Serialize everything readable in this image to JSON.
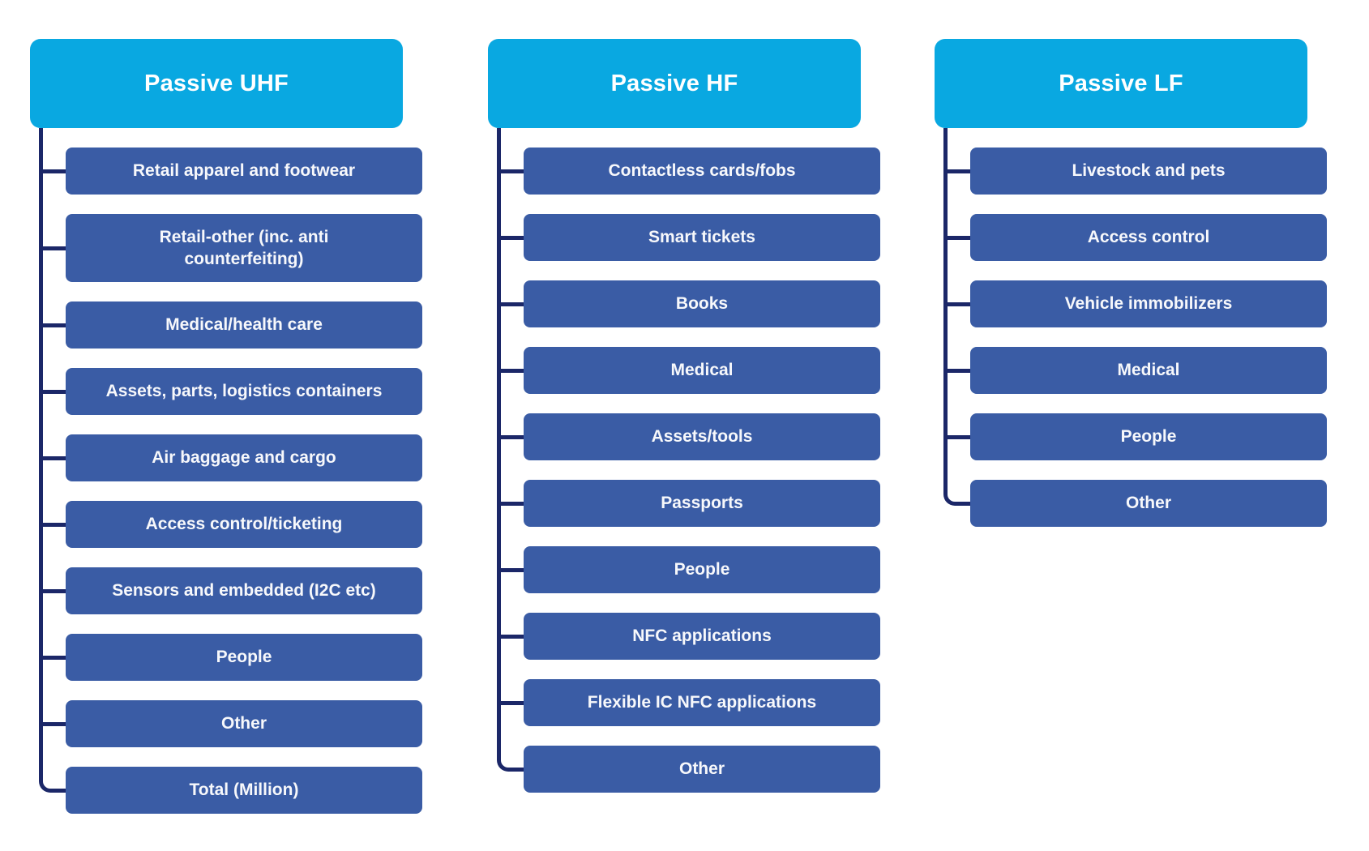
{
  "diagram": {
    "colors": {
      "header_bg": "#09a8e1",
      "item_bg": "#3a5ca5",
      "connector": "#1b2768",
      "text": "#ffffff"
    },
    "columns": [
      {
        "header": "Passive UHF",
        "items": [
          "Retail apparel and footwear",
          "Retail-other (inc. anti counterfeiting)",
          "Medical/health care",
          "Assets, parts, logistics containers",
          "Air baggage and cargo",
          "Access control/ticketing",
          "Sensors and embedded (I2C etc)",
          "People",
          "Other",
          "Total (Million)"
        ]
      },
      {
        "header": "Passive HF",
        "items": [
          "Contactless cards/fobs",
          "Smart tickets",
          "Books",
          "Medical",
          "Assets/tools",
          "Passports",
          "People",
          "NFC applications",
          "Flexible IC NFC applications",
          "Other"
        ]
      },
      {
        "header": "Passive LF",
        "items": [
          "Livestock and pets",
          "Access control",
          "Vehicle immobilizers",
          "Medical",
          "People",
          "Other"
        ]
      }
    ]
  }
}
